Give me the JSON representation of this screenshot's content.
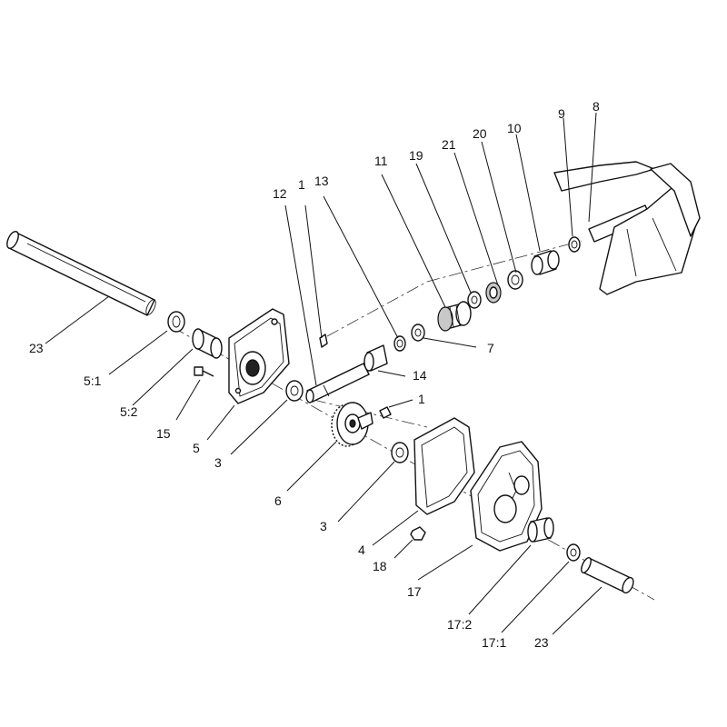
{
  "callouts": {
    "c23_top": "23",
    "c5_1": "5:1",
    "c5_2": "5:2",
    "c15": "15",
    "c5": "5",
    "c3_upper": "3",
    "c6": "6",
    "c3_lower": "3",
    "c4": "4",
    "c18": "18",
    "c17": "17",
    "c17_2": "17:2",
    "c17_1": "17:1",
    "c23_bottom": "23",
    "c12": "12",
    "c1_upper": "1",
    "c13": "13",
    "c14": "14",
    "c1_lower": "1",
    "c11": "11",
    "c7": "7",
    "c19": "19",
    "c21": "21",
    "c20": "20",
    "c10": "10",
    "c9": "9",
    "c8": "8"
  }
}
